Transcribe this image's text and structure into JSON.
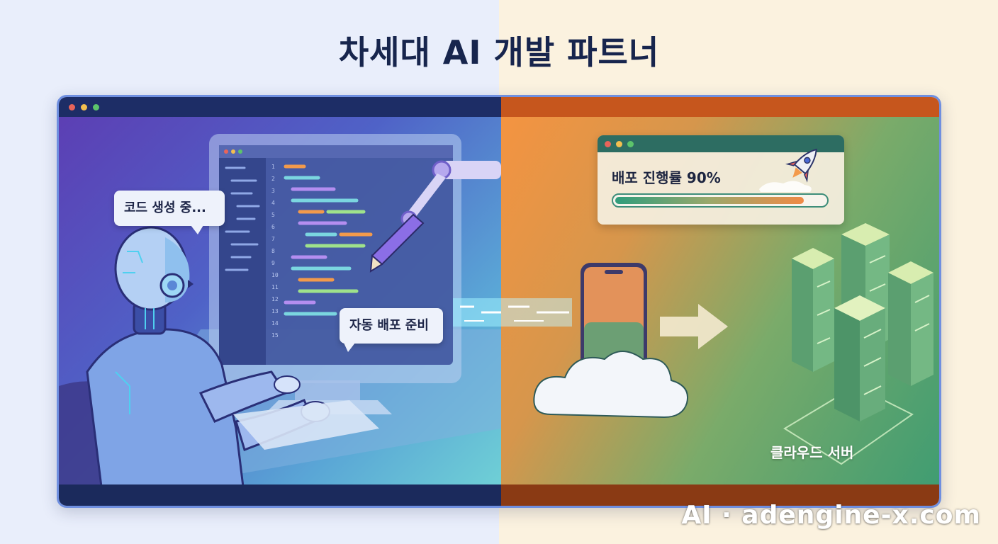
{
  "page": {
    "title": "차세대 AI 개발 파트너"
  },
  "left_panel": {
    "bubble_generating": "코드 생성 중...",
    "bubble_auto_deploy": "자동 배포 준비",
    "line_numbers": [
      "1",
      "2",
      "3",
      "4",
      "5",
      "6",
      "7",
      "8",
      "9",
      "10",
      "11",
      "12",
      "13",
      "14",
      "15"
    ]
  },
  "right_panel": {
    "deploy_progress_label": "배포 진행률 90%",
    "deploy_progress": 0.9,
    "server_caption": "클라우드 서버"
  },
  "watermark": "AI · adengine-x.com",
  "colors": {
    "title": "#17254d",
    "left_bar": "#1d2d66",
    "right_bar": "#c6561d",
    "dot_red": "#e8645a",
    "dot_yellow": "#f3bf4f",
    "dot_green": "#5cc46b"
  },
  "icons": [
    "robot-icon",
    "monitor-icon",
    "robot-arm-icon",
    "pen-icon",
    "rocket-icon",
    "phone-icon",
    "cloud-icon",
    "arrow-right-icon",
    "server-rack-icon"
  ]
}
